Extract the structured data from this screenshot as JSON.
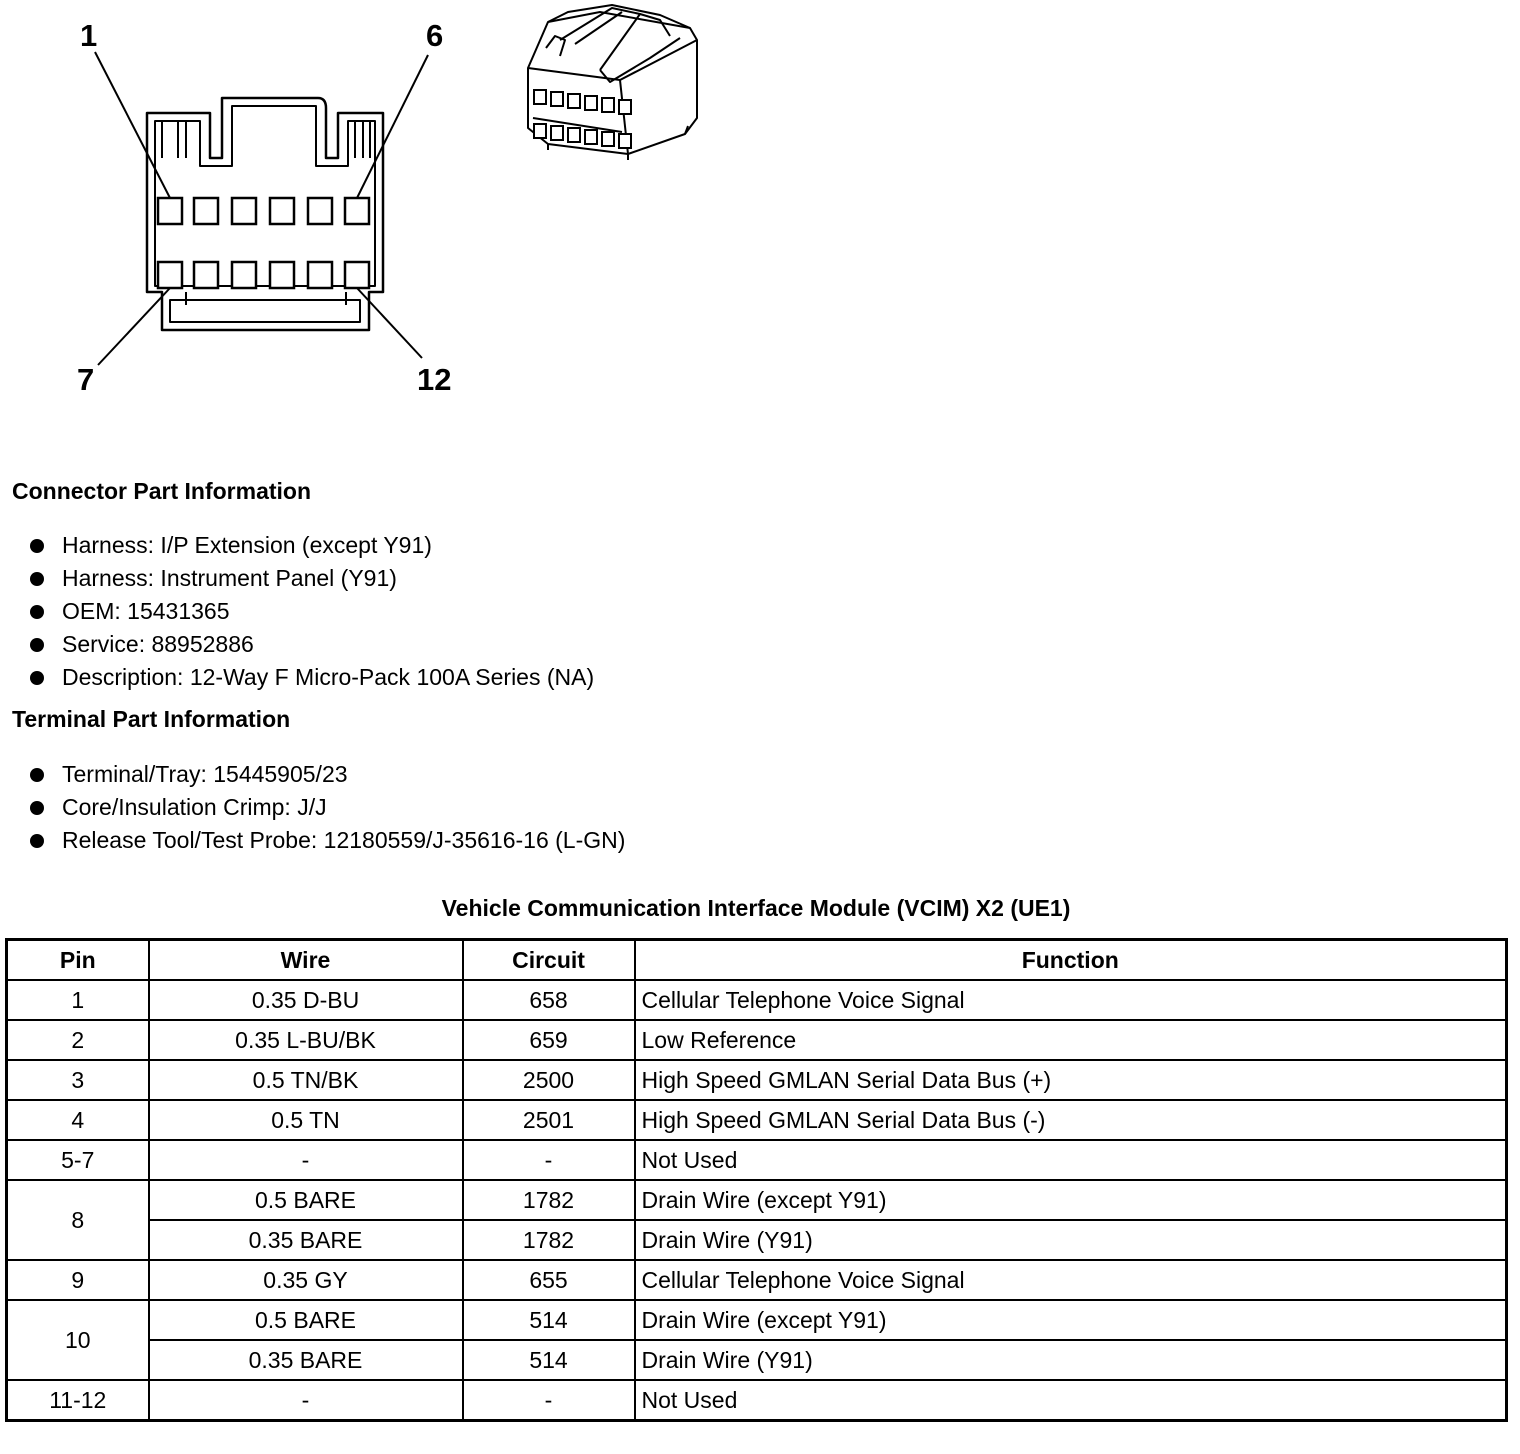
{
  "diagram": {
    "pin_labels": {
      "top_left": "1",
      "top_right": "6",
      "bottom_left": "7",
      "bottom_right": "12"
    }
  },
  "connector_part_information": {
    "heading": "Connector Part Information",
    "items": [
      "Harness: I/P Extension (except Y91)",
      "Harness: Instrument Panel (Y91)",
      "OEM: 15431365",
      "Service: 88952886",
      "Description: 12-Way F Micro-Pack 100A Series (NA)"
    ]
  },
  "terminal_part_information": {
    "heading": "Terminal Part Information",
    "items": [
      "Terminal/Tray: 15445905/23",
      "Core/Insulation Crimp: J/J",
      "Release Tool/Test Probe: 12180559/J-35616-16 (L-GN)"
    ]
  },
  "table": {
    "title": "Vehicle Communication Interface Module (VCIM) X2 (UE1)",
    "headers": {
      "pin": "Pin",
      "wire": "Wire",
      "circuit": "Circuit",
      "function": "Function"
    },
    "rows": [
      {
        "pin": "1",
        "wire": "0.35 D-BU",
        "circuit": "658",
        "function": "Cellular Telephone Voice Signal"
      },
      {
        "pin": "2",
        "wire": "0.35 L-BU/BK",
        "circuit": "659",
        "function": "Low Reference"
      },
      {
        "pin": "3",
        "wire": "0.5 TN/BK",
        "circuit": "2500",
        "function": "High Speed GMLAN Serial Data Bus (+)"
      },
      {
        "pin": "4",
        "wire": "0.5 TN",
        "circuit": "2501",
        "function": "High Speed GMLAN Serial Data Bus (-)"
      },
      {
        "pin": "5-7",
        "wire": "-",
        "circuit": "-",
        "function": "Not Used"
      },
      {
        "pin": "8",
        "wire": "0.5 BARE",
        "circuit": "1782",
        "function": "Drain Wire (except Y91)"
      },
      {
        "pin": "",
        "wire": "0.35 BARE",
        "circuit": "1782",
        "function": "Drain Wire (Y91)"
      },
      {
        "pin": "9",
        "wire": "0.35 GY",
        "circuit": "655",
        "function": "Cellular Telephone Voice Signal"
      },
      {
        "pin": "10",
        "wire": "0.5 BARE",
        "circuit": "514",
        "function": "Drain Wire (except Y91)"
      },
      {
        "pin": "",
        "wire": "0.35 BARE",
        "circuit": "514",
        "function": "Drain Wire (Y91)"
      },
      {
        "pin": "11-12",
        "wire": "-",
        "circuit": "-",
        "function": "Not Used"
      }
    ]
  }
}
